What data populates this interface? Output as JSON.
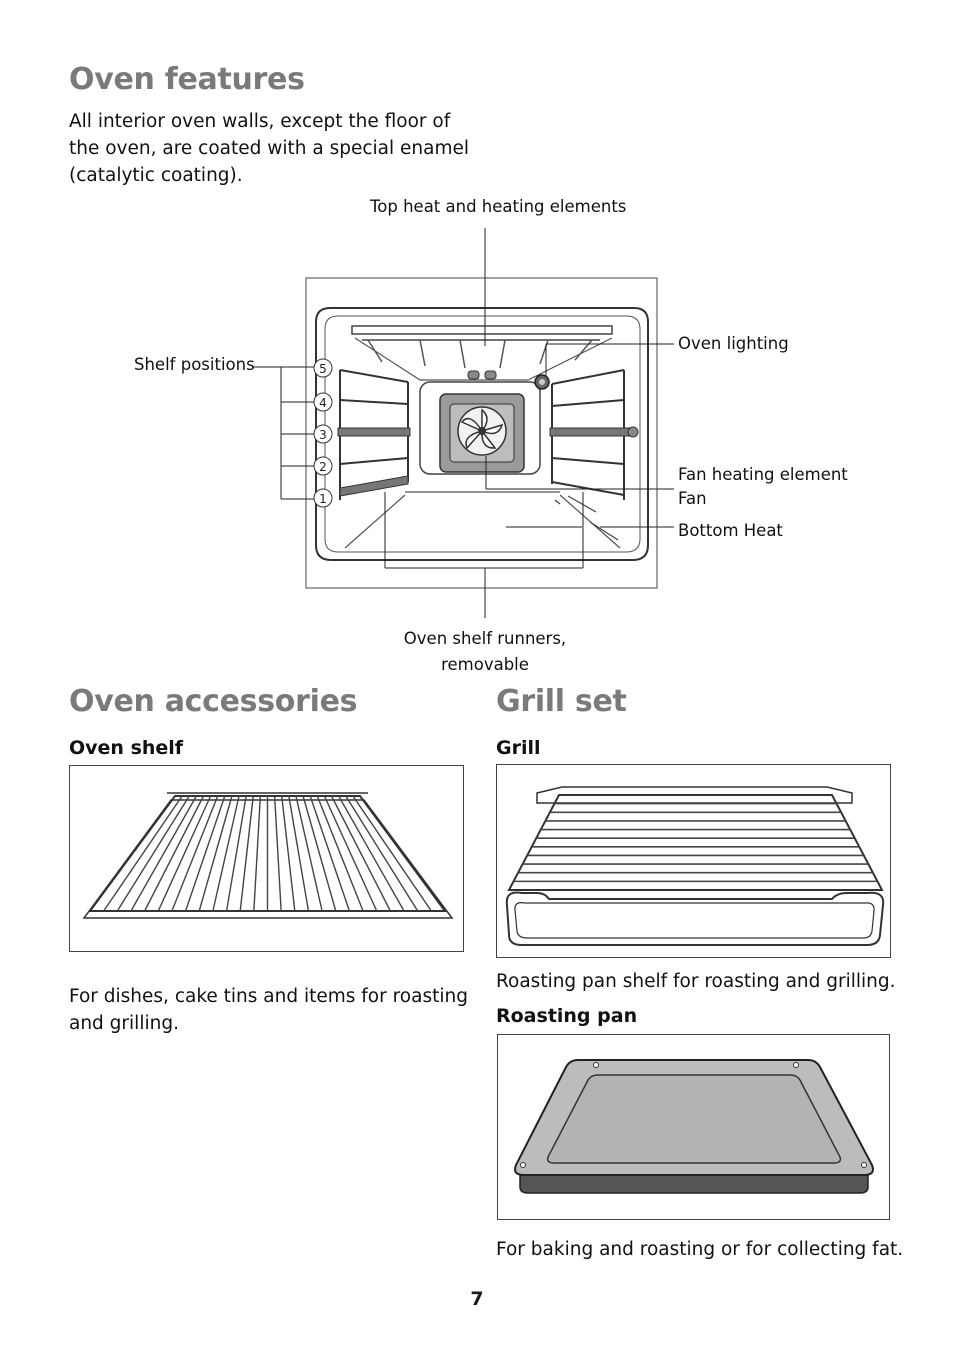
{
  "features": {
    "title": "Oven features",
    "intro": "All interior oven walls, except the floor of the oven, are coated with a special enamel (catalytic coating).",
    "diagram": {
      "labels": {
        "top_heat": "Top heat and heating elements",
        "shelf_positions": "Shelf positions",
        "oven_lighting": "Oven lighting",
        "fan_heating_element": "Fan heating element",
        "fan": "Fan",
        "bottom_heat": "Bottom Heat",
        "runners_line1": "Oven shelf runners,",
        "runners_line2": "removable"
      },
      "shelf_numbers": [
        "5",
        "4",
        "3",
        "2",
        "1"
      ]
    }
  },
  "accessories": {
    "title": "Oven accessories",
    "oven_shelf": {
      "heading": "Oven shelf",
      "description": "For dishes, cake tins and items for roasting and grilling."
    }
  },
  "grill_set": {
    "title": "Grill set",
    "grill": {
      "heading": "Grill",
      "description": "Roasting pan shelf for roasting and grilling."
    },
    "roasting_pan": {
      "heading": "Roasting pan",
      "description": "For baking and roasting or for collecting fat."
    }
  },
  "page_number": "7"
}
